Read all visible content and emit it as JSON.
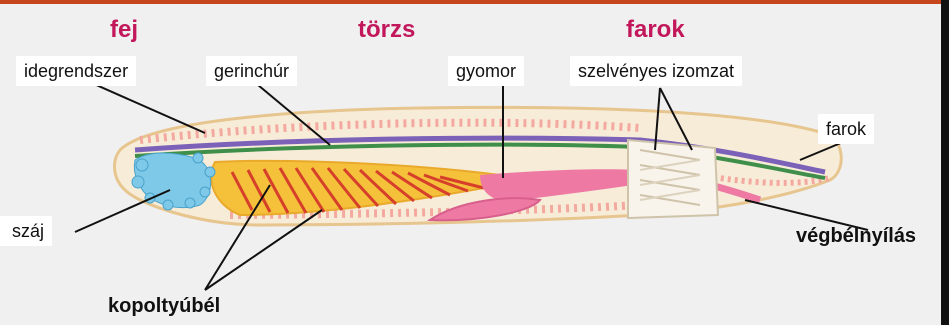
{
  "sections": {
    "head": "fej",
    "trunk": "törzs",
    "tail": "farok"
  },
  "labels": {
    "nervous_system": "idegrendszer",
    "notochord": "gerinchúr",
    "stomach": "gyomor",
    "segmented_muscle": "szelvényes izomzat",
    "tail": "farok",
    "mouth": "száj",
    "anus": "végbélnyílás",
    "gill_gut": "kopoltyúbél"
  },
  "colors": {
    "section_title": "#c2185b",
    "body_outline": "#f3d9a8",
    "body_fill": "#f7ecd8",
    "notochord": "#3f8f4a",
    "nerve": "#7b62b8",
    "gut_yellow": "#f5c13b",
    "gill_orange": "#f08a2c",
    "stomach_pink": "#ee7aa4",
    "mouth_blue": "#7ec8e8"
  }
}
